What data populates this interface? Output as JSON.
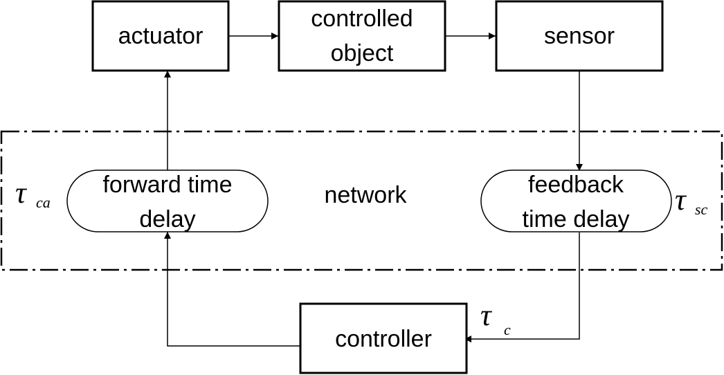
{
  "blocks": {
    "actuator": "actuator",
    "controlled_object": [
      "controlled",
      "object"
    ],
    "sensor": "sensor",
    "controller": "controller"
  },
  "delays": {
    "forward": [
      "forward time",
      "delay"
    ],
    "feedback": [
      "feedback",
      "time delay"
    ]
  },
  "network_label": "network",
  "taus": {
    "ca": {
      "symbol": "τ",
      "subscript": "ca"
    },
    "sc": {
      "symbol": "τ",
      "subscript": "sc"
    },
    "c": {
      "symbol": "τ",
      "subscript": "c"
    }
  }
}
